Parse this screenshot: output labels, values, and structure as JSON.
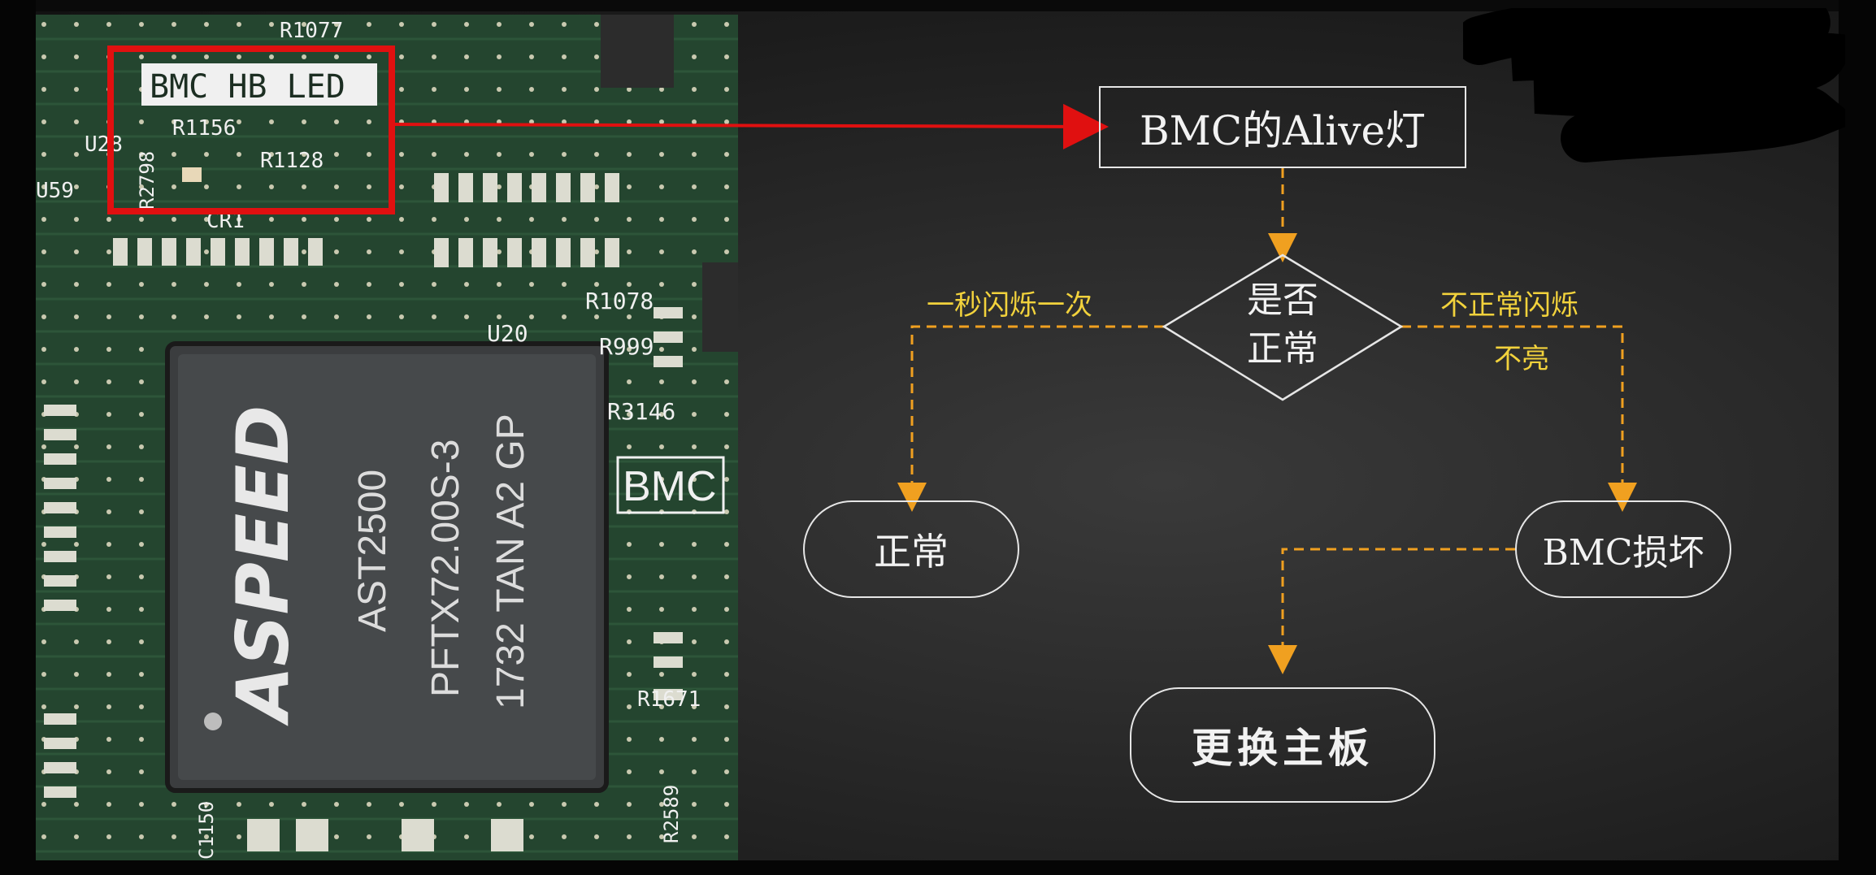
{
  "photo": {
    "silkscreen": {
      "hb_led": "BMC HB LED",
      "r1156": "R1156",
      "r1128": "R1128",
      "r2798": "R2798",
      "cr1": "CR1",
      "u20": "U20",
      "r1078": "R1078",
      "r999": "R999",
      "r3146": "R3146",
      "bmc": "BMC",
      "r1077": "R1077",
      "r1671": "R1671",
      "r2589": "R2589",
      "c1150": "C1150",
      "u28": "U28",
      "u59": "U59"
    },
    "chip": {
      "brand": "ASPEED",
      "model": "AST2500",
      "line2": "PFTX72.00S-3",
      "line3": "1732 TAN A2 GP"
    },
    "highlight_color": "#e01010"
  },
  "diagram": {
    "nodes": {
      "alive": "BMC的Alive灯",
      "decision": [
        "是否",
        "正常"
      ],
      "normal": "正常",
      "broken": "BMC损坏",
      "replace": "更换主板"
    },
    "edges": {
      "left_label": "一秒闪烁一次",
      "right_label_1": "不正常闪烁",
      "right_label_2": "不亮"
    },
    "colors": {
      "arrow": "#f0a020",
      "edge_text": "#f2d23c",
      "node_border": "#e6e6e6",
      "pointer": "#e01010"
    }
  }
}
